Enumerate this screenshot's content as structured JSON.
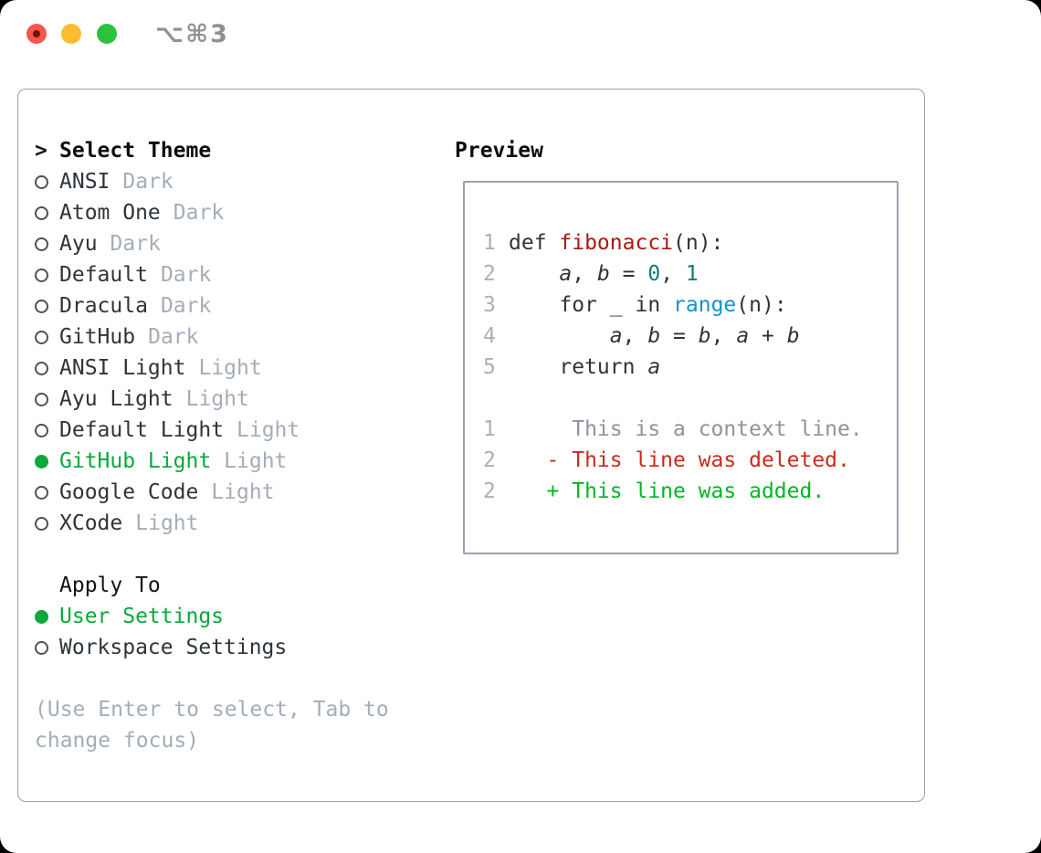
{
  "window": {
    "title": "⌥⌘3",
    "traffic_lights": [
      "close",
      "minimize",
      "zoom"
    ]
  },
  "colors": {
    "accent_green": "#0aa83c",
    "diff_added": "#00b723",
    "diff_deleted": "#cb2a1a",
    "diff_context": "#8d949d",
    "syntax_function": "#a81a10",
    "syntax_number": "#0e7d78",
    "syntax_builtin": "#1592d2",
    "text_primary": "#2e343a",
    "text_muted": "#a4adb8",
    "line_number": "#a8b1bd",
    "border": "#9aa2ad",
    "traffic_close": "#f4574d",
    "traffic_minimize": "#fdbc2d",
    "traffic_zoom": "#2cc23e",
    "titlebar_text": "#909094"
  },
  "theme_list": {
    "prompt": ">",
    "title": "Select Theme",
    "items": [
      {
        "name": "ANSI",
        "variant": "Dark",
        "selected": false
      },
      {
        "name": "Atom One",
        "variant": "Dark",
        "selected": false
      },
      {
        "name": "Ayu",
        "variant": "Dark",
        "selected": false
      },
      {
        "name": "Default",
        "variant": "Dark",
        "selected": false
      },
      {
        "name": "Dracula",
        "variant": "Dark",
        "selected": false
      },
      {
        "name": "GitHub",
        "variant": "Dark",
        "selected": false
      },
      {
        "name": "ANSI Light",
        "variant": "Light",
        "selected": false
      },
      {
        "name": "Ayu Light",
        "variant": "Light",
        "selected": false
      },
      {
        "name": "Default Light",
        "variant": "Light",
        "selected": false
      },
      {
        "name": "GitHub Light",
        "variant": "Light",
        "selected": true
      },
      {
        "name": "Google Code",
        "variant": "Light",
        "selected": false
      },
      {
        "name": "XCode",
        "variant": "Light",
        "selected": false
      }
    ]
  },
  "apply_to": {
    "title": "Apply To",
    "options": [
      {
        "label": "User Settings",
        "selected": true
      },
      {
        "label": "Workspace Settings",
        "selected": false
      }
    ]
  },
  "footer": {
    "hint": "(Use Enter to select, Tab to change focus)"
  },
  "preview": {
    "title": "Preview",
    "lines": [
      {
        "name": "code-line",
        "n": "1",
        "seg": [
          {
            "t": "def ",
            "s": "k"
          },
          {
            "t": "fibonacci",
            "s": "fn"
          },
          {
            "t": "(n):",
            "s": "p"
          }
        ]
      },
      {
        "name": "code-line",
        "n": "2",
        "seg": [
          {
            "t": "    ",
            "s": "p"
          },
          {
            "t": "a",
            "s": "v"
          },
          {
            "t": ", ",
            "s": "p"
          },
          {
            "t": "b",
            "s": "v"
          },
          {
            "t": " = ",
            "s": "p"
          },
          {
            "t": "0",
            "s": "num"
          },
          {
            "t": ", ",
            "s": "p"
          },
          {
            "t": "1",
            "s": "num"
          }
        ]
      },
      {
        "name": "code-line",
        "n": "3",
        "seg": [
          {
            "t": "    ",
            "s": "p"
          },
          {
            "t": "for",
            "s": "k"
          },
          {
            "t": " _ ",
            "s": "p"
          },
          {
            "t": "in",
            "s": "k"
          },
          {
            "t": " ",
            "s": "p"
          },
          {
            "t": "range",
            "s": "b"
          },
          {
            "t": "(n):",
            "s": "p"
          }
        ]
      },
      {
        "name": "code-line",
        "n": "4",
        "seg": [
          {
            "t": "        ",
            "s": "p"
          },
          {
            "t": "a",
            "s": "v"
          },
          {
            "t": ", ",
            "s": "p"
          },
          {
            "t": "b",
            "s": "v"
          },
          {
            "t": " = ",
            "s": "p"
          },
          {
            "t": "b",
            "s": "v"
          },
          {
            "t": ", ",
            "s": "p"
          },
          {
            "t": "a",
            "s": "v"
          },
          {
            "t": " + ",
            "s": "p"
          },
          {
            "t": "b",
            "s": "v"
          }
        ]
      },
      {
        "name": "code-line",
        "n": "5",
        "seg": [
          {
            "t": "    ",
            "s": "p"
          },
          {
            "t": "return",
            "s": "k"
          },
          {
            "t": " ",
            "s": "p"
          },
          {
            "t": "a",
            "s": "v"
          }
        ]
      },
      {
        "name": "blank-line",
        "n": "",
        "seg": []
      },
      {
        "name": "diff-context-line",
        "n": "1",
        "seg": [
          {
            "t": "     This is a context line.",
            "s": "ctx"
          }
        ]
      },
      {
        "name": "diff-deleted-line",
        "n": "2",
        "seg": [
          {
            "t": "   - This line was deleted.",
            "s": "del"
          }
        ]
      },
      {
        "name": "diff-added-line",
        "n": "2",
        "seg": [
          {
            "t": "   + This line was added.",
            "s": "add"
          }
        ]
      }
    ]
  }
}
